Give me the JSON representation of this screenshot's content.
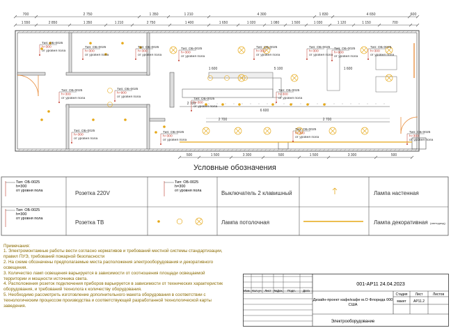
{
  "plan": {
    "dims_top": [
      "700",
      "2 750",
      "1 350",
      "1 210",
      "4 300",
      "1 830",
      "4 650",
      "600"
    ],
    "dims_top_sub": [
      "1 550",
      "2 850",
      "1 350",
      "1 210",
      "2 750",
      "1 400",
      "1 650",
      "1 020",
      "1 080",
      "1 500",
      "1 030",
      "1 120",
      "1 150",
      "700"
    ],
    "dims_inner": [
      "2 700",
      "6 600",
      "2 700",
      "2 700",
      "1 600",
      "5 100",
      "1 600"
    ],
    "dims_bottom": [
      "500",
      "1 500",
      "3 300",
      "500",
      "1 500",
      "3 300",
      "500"
    ],
    "tag": {
      "type": "Тип: ОБ-0025",
      "h": "h=300",
      "from": "от уровня пола"
    },
    "tag900": {
      "type": "Тип: ОБ-0025",
      "h": "h=900",
      "from": "от уровня пола"
    }
  },
  "legend": {
    "title": "Условные обозначения",
    "rows": [
      {
        "sym_type": "Тип: ОБ-0025",
        "sym_h": "h=300",
        "sym_from": "от уровня пола",
        "label": "Розетка 220V",
        "mid_label": "Выключатель 2 клавишный",
        "right_label": "Лампа настенная"
      },
      {
        "sym_type": "Тип: ОБ-0025",
        "sym_h": "h=300",
        "sym_from": "от уровня пола",
        "label": "Розетка ТВ",
        "mid_label": "Лампа потолочная",
        "right_label": "Лампа декоративная",
        "right_sub": "(светодиод)"
      }
    ]
  },
  "notes": {
    "heading": "Примечания:",
    "lines": [
      "1. Электромонтажные работы вести согласно нормативов и требований местной системы стандартизации,",
      "правил ПУЭ, требований пожарной безопасности",
      "2. На схеме обозначены предполагаемые места расположения электрооборудования и декоративного",
      "освещения.",
      "3. Количество ламп освещения варьируется в зависимости от соотношения площади освещаемой",
      "территории и мощности источника света.",
      "4. Расположения розеток подключения приборов варьируется в зависимости от технических характеристик",
      "оборудования, и требований технолога к количеству оборудования.",
      "5. Необходимо рассмотреть изготовление дополнительного макета оборудования в соответствии с",
      "технологическим процессом производства и соответствующей разработанной технологической карты",
      "заведения."
    ]
  },
  "title_block": {
    "code": "001-АР11 24.04.2023",
    "project": "Дизайн-проект кафе/кафе м.О Флорида 000",
    "country": "США",
    "col_headers": [
      "Изм.",
      "Кол.уч",
      "Лист",
      "№Док.",
      "Подп.",
      "Дата"
    ],
    "stage_label": "Стадия",
    "sheet_label": "Лист",
    "sheets_label": "Листов",
    "stage_value": "макет",
    "sheet_value": "АР11.2",
    "sheets_value": "",
    "drawing_name": "Электрооборудование"
  },
  "colors": {
    "wall": "#444444",
    "dim": "#555555",
    "tag": "#333333",
    "outlet": "#c0392b",
    "lamp_ceiling": "#e6a817",
    "note": "#8a6a00",
    "door": "#e67e22"
  }
}
